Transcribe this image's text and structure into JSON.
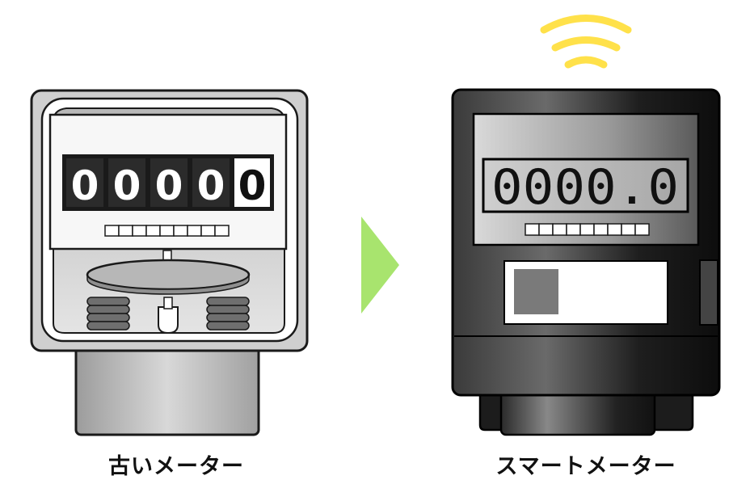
{
  "old_meter": {
    "label": "古いメーター",
    "digits": [
      "0",
      "0",
      "0",
      "0",
      "0"
    ]
  },
  "smart_meter": {
    "label": "スマートメーター",
    "reading": "0000.0"
  },
  "colors": {
    "arrow": "#a8e46e",
    "wifi": "#ffe14a",
    "old_body": "#cfcfcf",
    "smart_body": "#2a2a2a"
  }
}
